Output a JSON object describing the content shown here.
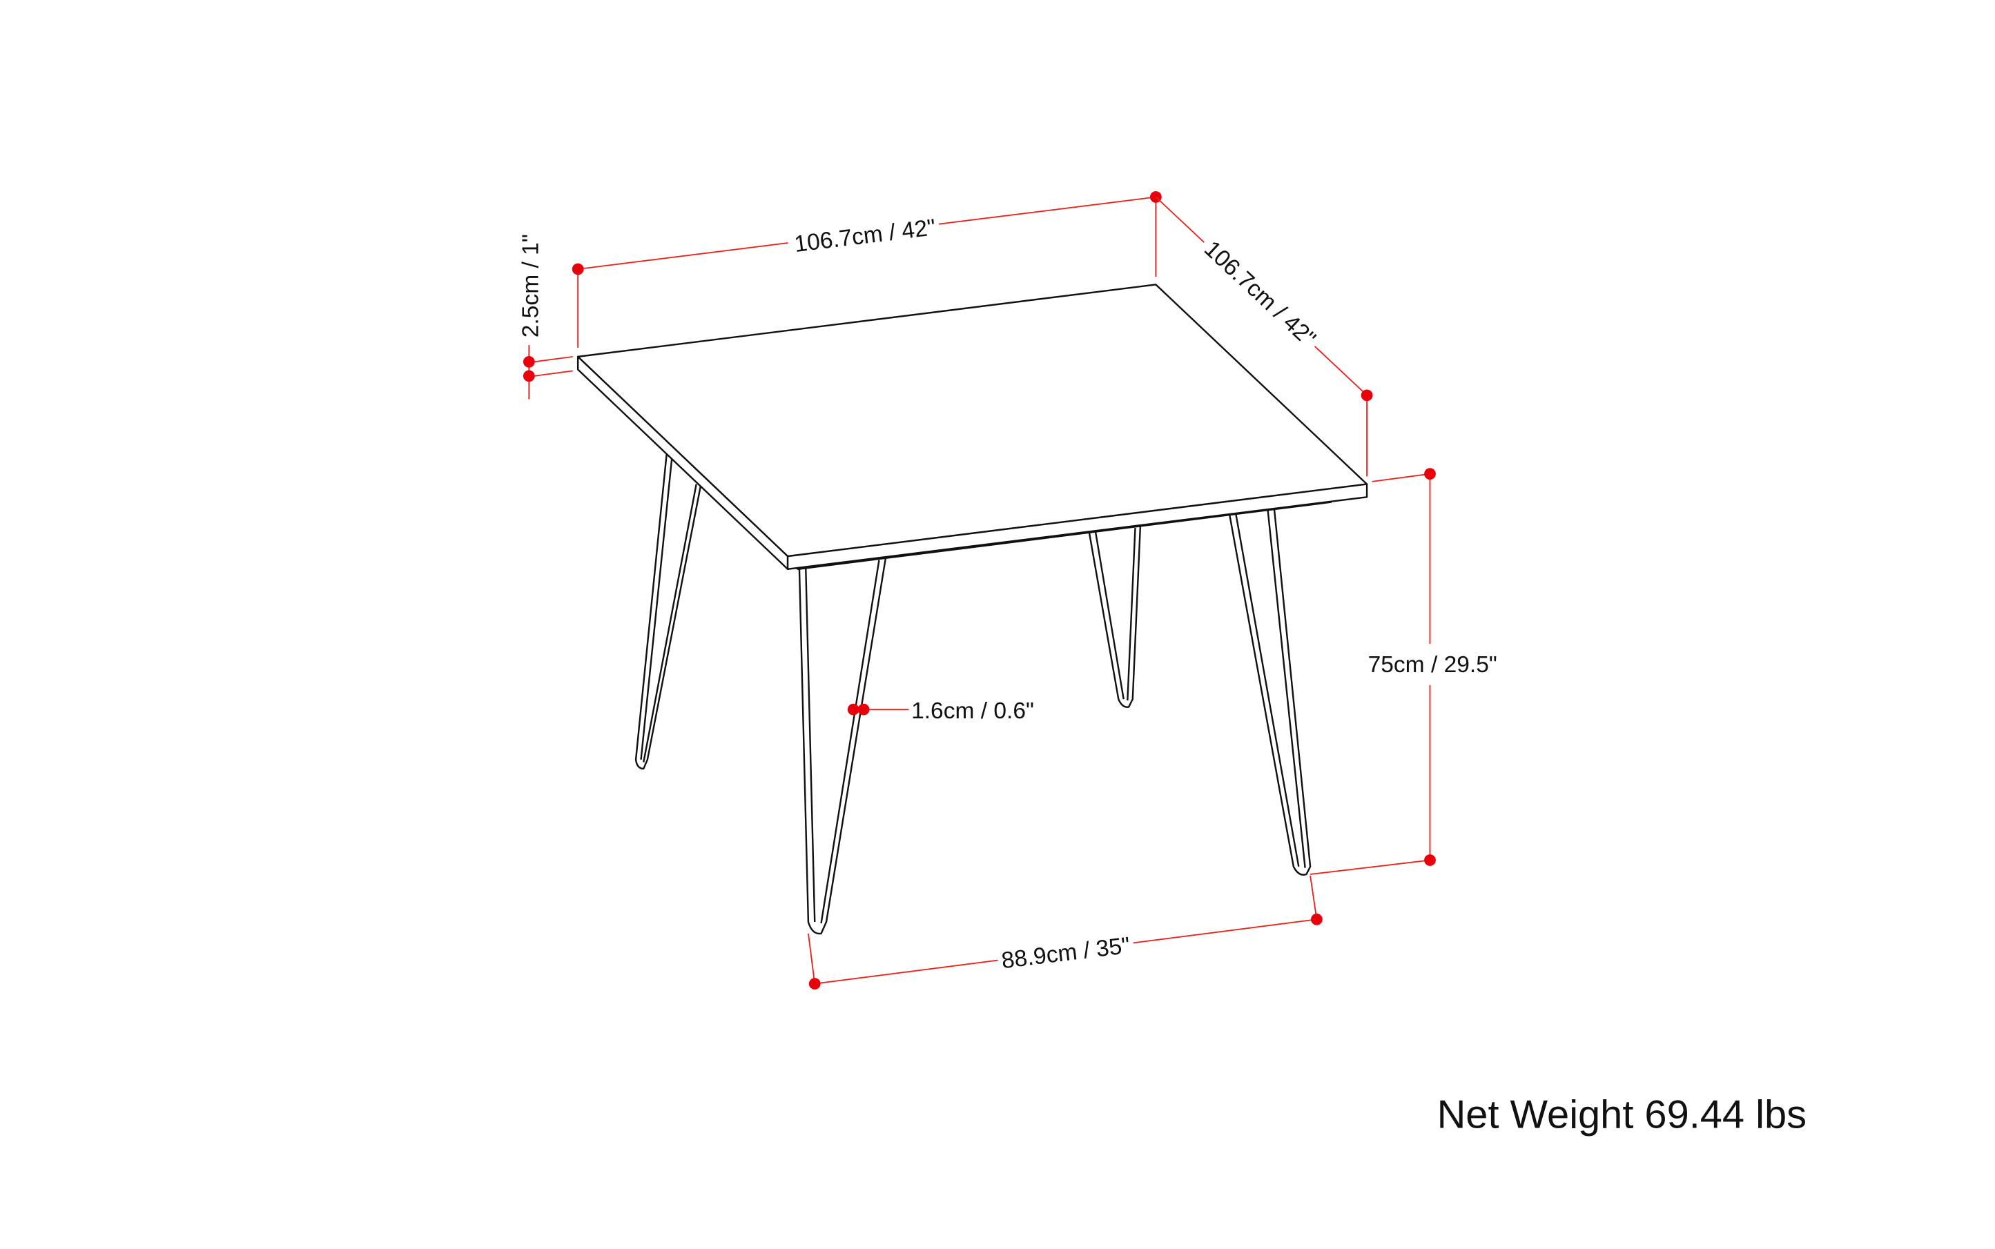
{
  "dimensions": {
    "width": "106.7cm / 42\"",
    "depth": "106.7cm / 42\"",
    "top_thickness": "2.5cm / 1\"",
    "height": "75cm / 29.5\"",
    "leg_thickness": "1.6cm / 0.6\"",
    "leg_span": "88.9cm / 35\""
  },
  "net_weight": "Net Weight 69.44 lbs",
  "colors": {
    "dimension": "#e8241c",
    "drawing": "#111111"
  }
}
